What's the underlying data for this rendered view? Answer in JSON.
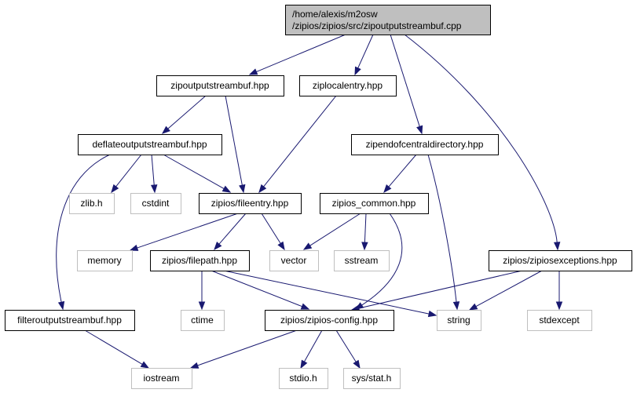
{
  "graph": {
    "colors": {
      "edge": "#191970",
      "root_fill": "#bfbfbf",
      "node_border": "#000000",
      "external_border": "#bfbfbf",
      "text": "#000000"
    },
    "nodes": [
      {
        "id": "root",
        "kind": "root",
        "lines": [
          "/home/alexis/m2osw",
          "/zipios/zipios/src/zipoutputstreambuf.cpp"
        ]
      },
      {
        "id": "zipoutputstreambuf_hpp",
        "kind": "local",
        "lines": [
          "zipoutputstreambuf.hpp"
        ]
      },
      {
        "id": "ziplocalentry_hpp",
        "kind": "local",
        "lines": [
          "ziplocalentry.hpp"
        ]
      },
      {
        "id": "zipendofcentraldirectory_hpp",
        "kind": "local",
        "lines": [
          "zipendofcentraldirectory.hpp"
        ]
      },
      {
        "id": "deflateoutputstreambuf_hpp",
        "kind": "local",
        "lines": [
          "deflateoutputstreambuf.hpp"
        ]
      },
      {
        "id": "zlib_h",
        "kind": "external",
        "lines": [
          "zlib.h"
        ]
      },
      {
        "id": "cstdint",
        "kind": "external",
        "lines": [
          "cstdint"
        ]
      },
      {
        "id": "fileentry_hpp",
        "kind": "local",
        "lines": [
          "zipios/fileentry.hpp"
        ]
      },
      {
        "id": "zipios_common_hpp",
        "kind": "local",
        "lines": [
          "zipios_common.hpp"
        ]
      },
      {
        "id": "memory",
        "kind": "external",
        "lines": [
          "memory"
        ]
      },
      {
        "id": "filepath_hpp",
        "kind": "local",
        "lines": [
          "zipios/filepath.hpp"
        ]
      },
      {
        "id": "vector",
        "kind": "external",
        "lines": [
          "vector"
        ]
      },
      {
        "id": "sstream",
        "kind": "external",
        "lines": [
          "sstream"
        ]
      },
      {
        "id": "zipiosexceptions_hpp",
        "kind": "local",
        "lines": [
          "zipios/zipiosexceptions.hpp"
        ]
      },
      {
        "id": "filteroutputstreambuf_hpp",
        "kind": "local",
        "lines": [
          "filteroutputstreambuf.hpp"
        ]
      },
      {
        "id": "ctime",
        "kind": "external",
        "lines": [
          "ctime"
        ]
      },
      {
        "id": "zipios_config_hpp",
        "kind": "local",
        "lines": [
          "zipios/zipios-config.hpp"
        ]
      },
      {
        "id": "string",
        "kind": "external",
        "lines": [
          "string"
        ]
      },
      {
        "id": "stdexcept",
        "kind": "external",
        "lines": [
          "stdexcept"
        ]
      },
      {
        "id": "iostream",
        "kind": "external",
        "lines": [
          "iostream"
        ]
      },
      {
        "id": "stdio_h",
        "kind": "external",
        "lines": [
          "stdio.h"
        ]
      },
      {
        "id": "sys_stat_h",
        "kind": "external",
        "lines": [
          "sys/stat.h"
        ]
      }
    ],
    "edges": [
      {
        "from": "root",
        "to": "zipoutputstreambuf_hpp"
      },
      {
        "from": "root",
        "to": "ziplocalentry_hpp"
      },
      {
        "from": "root",
        "to": "zipendofcentraldirectory_hpp"
      },
      {
        "from": "root",
        "to": "zipiosexceptions_hpp"
      },
      {
        "from": "zipoutputstreambuf_hpp",
        "to": "deflateoutputstreambuf_hpp"
      },
      {
        "from": "zipoutputstreambuf_hpp",
        "to": "fileentry_hpp"
      },
      {
        "from": "ziplocalentry_hpp",
        "to": "fileentry_hpp"
      },
      {
        "from": "deflateoutputstreambuf_hpp",
        "to": "filteroutputstreambuf_hpp"
      },
      {
        "from": "deflateoutputstreambuf_hpp",
        "to": "zlib_h"
      },
      {
        "from": "deflateoutputstreambuf_hpp",
        "to": "cstdint"
      },
      {
        "from": "deflateoutputstreambuf_hpp",
        "to": "fileentry_hpp"
      },
      {
        "from": "zipendofcentraldirectory_hpp",
        "to": "zipios_common_hpp"
      },
      {
        "from": "zipendofcentraldirectory_hpp",
        "to": "string"
      },
      {
        "from": "fileentry_hpp",
        "to": "memory"
      },
      {
        "from": "fileentry_hpp",
        "to": "filepath_hpp"
      },
      {
        "from": "fileentry_hpp",
        "to": "vector"
      },
      {
        "from": "zipios_common_hpp",
        "to": "vector"
      },
      {
        "from": "zipios_common_hpp",
        "to": "sstream"
      },
      {
        "from": "zipios_common_hpp",
        "to": "zipios_config_hpp"
      },
      {
        "from": "filepath_hpp",
        "to": "ctime"
      },
      {
        "from": "filepath_hpp",
        "to": "zipios_config_hpp"
      },
      {
        "from": "filepath_hpp",
        "to": "string"
      },
      {
        "from": "zipiosexceptions_hpp",
        "to": "zipios_config_hpp"
      },
      {
        "from": "zipiosexceptions_hpp",
        "to": "string"
      },
      {
        "from": "zipiosexceptions_hpp",
        "to": "stdexcept"
      },
      {
        "from": "filteroutputstreambuf_hpp",
        "to": "iostream"
      },
      {
        "from": "zipios_config_hpp",
        "to": "iostream"
      },
      {
        "from": "zipios_config_hpp",
        "to": "stdio_h"
      },
      {
        "from": "zipios_config_hpp",
        "to": "sys_stat_h"
      }
    ]
  }
}
